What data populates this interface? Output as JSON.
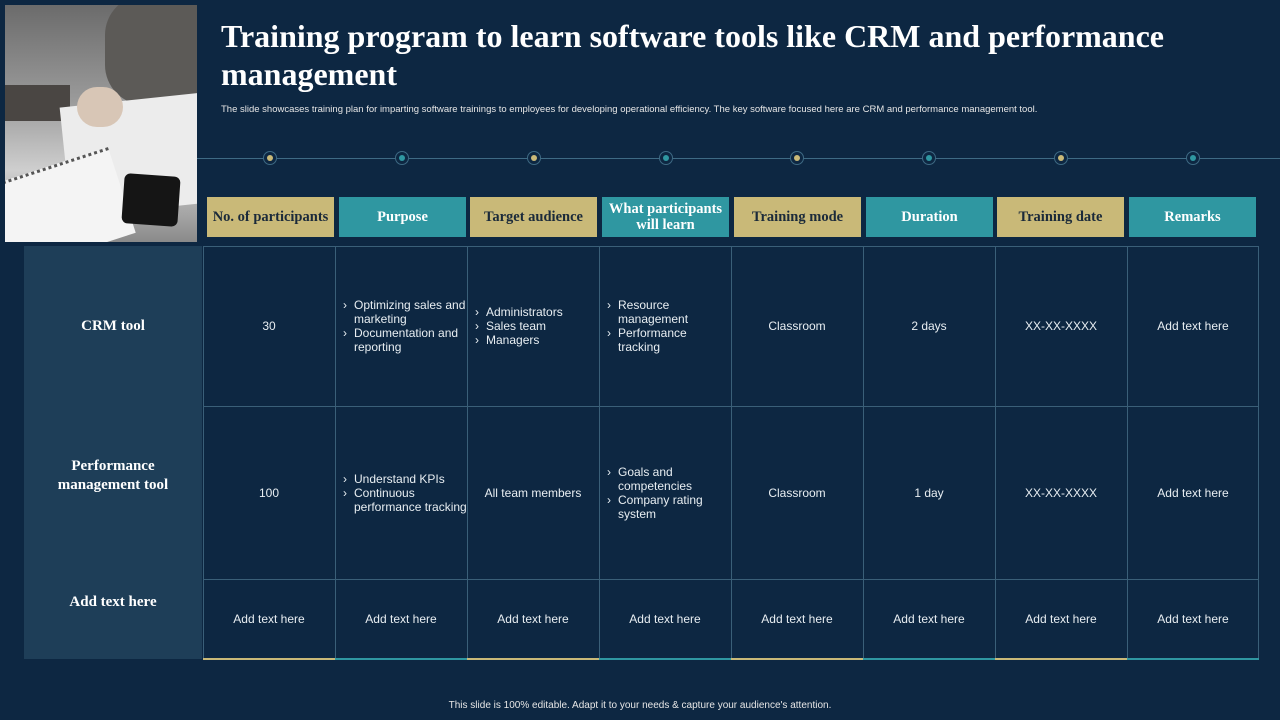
{
  "title": "Training program to learn software tools like CRM and performance management",
  "subtitle": "The slide showcases training plan for imparting software trainings to employees for developing operational efficiency. The key software focused here are CRM  and performance management tool.",
  "colors": {
    "gold": "#c9b978",
    "teal": "#2f97a1",
    "background": "#0d2742",
    "side_panel": "#1e3e58"
  },
  "columns": [
    "No. of participants",
    "Purpose",
    "Target audience",
    "What participants will learn",
    "Training mode",
    "Duration",
    "Training date",
    "Remarks"
  ],
  "rows": [
    {
      "label": "CRM tool",
      "participants": "30",
      "purpose": [
        "Optimizing sales and marketing",
        "Documentation and reporting"
      ],
      "target_audience": [
        "Administrators",
        "Sales team",
        "Managers"
      ],
      "learn": [
        "Resource management",
        "Performance tracking"
      ],
      "mode": "Classroom",
      "duration": "2 days",
      "date": "XX-XX-XXXX",
      "remarks": "Add text here"
    },
    {
      "label": "Performance management tool",
      "participants": "100",
      "purpose": [
        "Understand KPIs",
        "Continuous performance tracking"
      ],
      "target_audience": "All team members",
      "learn": [
        "Goals and competencies",
        "Company rating system"
      ],
      "mode": "Classroom",
      "duration": "1 day",
      "date": "XX-XX-XXXX",
      "remarks": "Add text here"
    },
    {
      "label": "Add text here",
      "placeholder": "Add text here"
    }
  ],
  "footer": "This slide is 100% editable.  Adapt it to your needs & capture your audience's attention."
}
